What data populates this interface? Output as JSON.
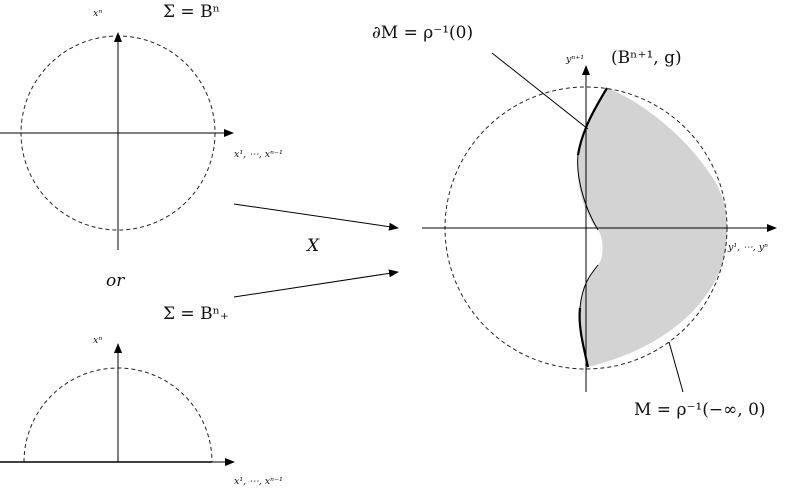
{
  "diagram": {
    "top_domain_label": "Σ = Bⁿ",
    "bottom_domain_label": "Σ = Bⁿ₊",
    "or_label": "or",
    "map_label": "X",
    "top_axis_vertical": "xⁿ",
    "top_axis_horizontal": "x¹, ⋯, xⁿ⁻¹",
    "bottom_axis_vertical": "xⁿ",
    "bottom_axis_horizontal": "x¹, ⋯, xⁿ⁻¹",
    "target_axis_vertical": "yⁿ⁺¹",
    "target_axis_horizontal": "y¹, ⋯, yⁿ",
    "target_space_label": "(Bⁿ⁺¹, g)",
    "boundary_label": "∂M = ρ⁻¹(0)",
    "region_label": "M = ρ⁻¹(−∞, 0)",
    "colors": {
      "region_fill": "#d3d3d3",
      "line": "#000000"
    }
  }
}
